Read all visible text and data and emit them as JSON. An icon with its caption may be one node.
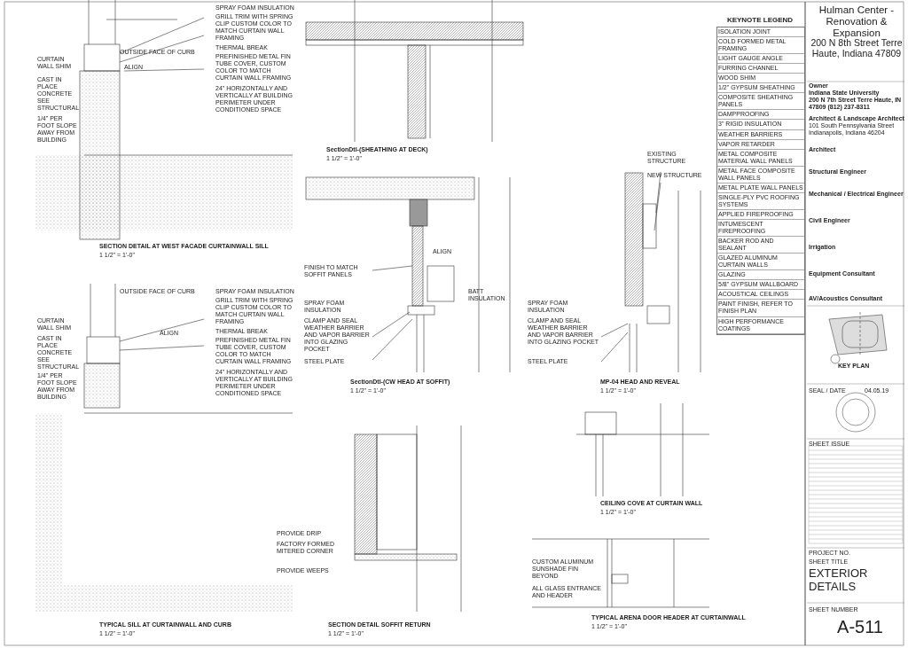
{
  "diagram": {
    "title": "Hulman Center - Renovation & Expansion",
    "labels": [
      "KEYNOTE LEGEND",
      "ISOLATION JOINT",
      "COLD FORMED METAL FRAMING",
      "LIGHT GAUGE ANGLE",
      "FURRING CHANNEL",
      "WOOD SHIM",
      "1/2\" GYPSUM SHEATHING",
      "COMPOSITE SHEATHING PANELS",
      "DAMPPROOFING",
      "3\" RIGID INSULATION",
      "WEATHER BARRIERS",
      "VAPOR RETARDER",
      "METAL COMPOSITE MATERIAL WALL PANELS",
      "METAL FACE COMPOSITE WALL PANELS",
      "METAL PLATE WALL PANELS",
      "SINGLE-PLY PVC ROOFING SYSTEMS",
      "APPLIED FIREPROOFING",
      "INTUMESCENT FIREPROOFING",
      "BACKER ROD AND SEALANT",
      "GLAZED ALUMINUM CURTAIN WALLS",
      "GLAZING",
      "5/8\" GYPSUM WALLBOARD",
      "ACOUSTICAL CEILINGS",
      "PAINT FINISH, REFER TO FINISH PLAN",
      "HIGH PERFORMANCE COATINGS",
      "200 N 8th Street Terre Haute, Indiana 47809",
      "Owner",
      "Indiana State University",
      "200 N 7th Street Terre Haute, IN 47809 (812) 237-8311",
      "Architect & Landscape Architect",
      "101 South Pennsylvania Street Indianapolis, Indiana 46204",
      "Architect",
      "Structural Engineer",
      "Mechanical / Electrical Engineer",
      "Civil Engineer",
      "Irrigation",
      "Equipment Consultant",
      "AV/Acoustics Consultant",
      "KEY PLAN",
      "SEAL / DATE",
      "04.05.19",
      "SHEET ISSUE",
      "PROJECT NO.",
      "SHEET TITLE",
      "EXTERIOR DETAILS",
      "SHEET NUMBER",
      "A-511",
      "SECTION DETAIL AT WEST FACADE CURTAINWALL SILL",
      "1 1/2\" = 1'-0\"",
      "OUTSIDE FACE OF CURB",
      "SPRAY FOAM INSULATION",
      "GRILL TRIM WITH SPRING CLIP CUSTOM COLOR TO MATCH CURTAIN WALL FRAMING",
      "THERMAL BREAK",
      "CURTAIN WALL SHIM",
      "ALIGN",
      "PREFINISHED METAL FIN TUBE COVER, CUSTOM COLOR TO MATCH CURTAIN WALL FRAMING",
      "CAST IN PLACE CONCRETE SEE STRUCTURAL",
      "24\" HORIZONTALLY AND VERTICALLY AT BUILDING PERIMETER UNDER CONDITIONED SPACE",
      "1/4\" PER FOOT SLOPE AWAY FROM BUILDING",
      "SectionDtl-(SHEATHING AT DECK)",
      "1 1/2\" = 1'-0\"",
      "ALIGN",
      "FINISH TO MATCH SOFFIT PANELS",
      "BATT INSULATION",
      "SPRAY FOAM INSULATION",
      "CLAMP AND SEAL WEATHER BARRIER AND VAPOR BARRIER INTO GLAZING POCKET",
      "STEEL PLATE",
      "SectionDtl-(CW HEAD AT SOFFIT)",
      "1 1/2\" = 1'-0\"",
      "EXISTING STRUCTURE",
      "NEW STRUCTURE",
      "SPRAY FOAM INSULATION",
      "CLAMP AND SEAL WEATHER BARRIER AND VAPOR BARRIER INTO GLAZING POCKET",
      "STEEL PLATE",
      "MP-04 HEAD AND REVEAL",
      "1 1/2\" = 1'-0\"",
      "CEILING COVE AT CURTAIN WALL",
      "1 1/2\" = 1'-0\"",
      "OUTSIDE FACE OF CURB",
      "SPRAY FOAM INSULATION",
      "GRILL TRIM WITH SPRING CLIP CUSTOM COLOR TO MATCH CURTAIN WALL FRAMING",
      "THERMAL BREAK",
      "CURTAIN WALL SHIM",
      "ALIGN",
      "PREFINISHED METAL FIN TUBE COVER, CUSTOM COLOR TO MATCH CURTAIN WALL FRAMING",
      "CAST IN PLACE CONCRETE SEE STRUCTURAL",
      "24\" HORIZONTALLY AND VERTICALLY AT BUILDING PERIMETER UNDER CONDITIONED SPACE",
      "1/4\" PER FOOT SLOPE AWAY FROM BUILDING",
      "TYPICAL SILL AT CURTAINWALL AND CURB",
      "1 1/2\" = 1'-0\"",
      "PROVIDE DRIP",
      "FACTORY FORMED MITERED CORNER",
      "PROVIDE WEEPS",
      "SECTION DETAIL SOFFIT RETURN",
      "1 1/2\" = 1'-0\"",
      "CUSTOM ALUMINUM SUNSHADE FIN BEYOND",
      "ALL GLASS ENTRANCE AND HEADER",
      "TYPICAL ARENA DOOR HEADER AT CURTAINWALL",
      "1 1/2\" = 1'-0\""
    ]
  }
}
